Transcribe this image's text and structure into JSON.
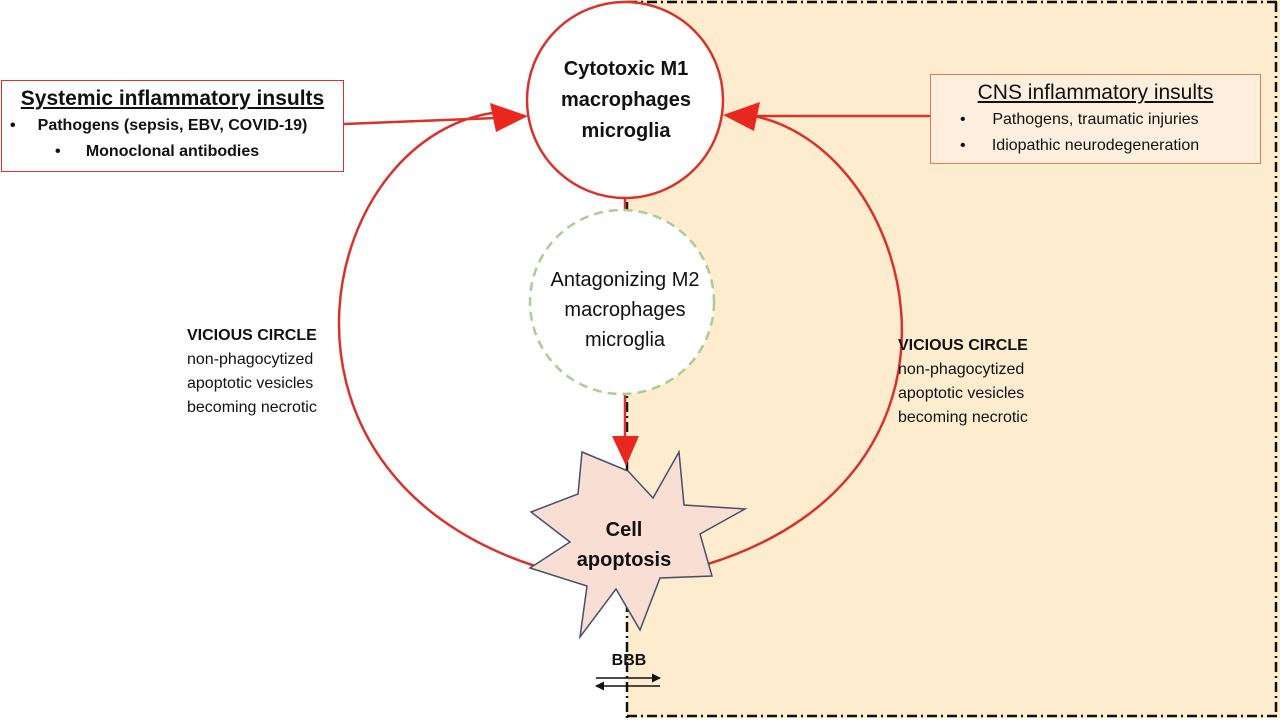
{
  "systemic_box": {
    "title": "Systemic inflammatory insults",
    "items": [
      "Pathogens (sepsis, EBV, COVID-19)",
      "Monoclonal antibodies"
    ]
  },
  "cns_box": {
    "title": "CNS inflammatory insults",
    "items": [
      "Pathogens, traumatic injuries",
      "Idiopathic neurodegeneration"
    ]
  },
  "m1_node": {
    "lines": [
      "Cytotoxic M1",
      "macrophages",
      "microglia"
    ]
  },
  "m2_node": {
    "lines": [
      "Antagonizing M2",
      "macrophages",
      "microglia"
    ]
  },
  "apoptosis_node": {
    "lines": [
      "Cell",
      "apoptosis"
    ]
  },
  "vicious_left": {
    "title": "VICIOUS CIRCLE",
    "lines": [
      "non-phagocytized",
      "apoptotic vesicles",
      "becoming necrotic"
    ]
  },
  "vicious_right": {
    "title": "VICIOUS CIRCLE",
    "lines": [
      "non-phagocytized",
      "apoptotic vesicles",
      "becoming necrotic"
    ]
  },
  "bbb_label": "BBB",
  "colors": {
    "arrow_red": "#d8322a",
    "cns_region_fill": "#fdeccd",
    "m2_circle_stroke": "#a7cf94",
    "star_fill": "#f8ded3",
    "star_stroke": "#44506f"
  }
}
